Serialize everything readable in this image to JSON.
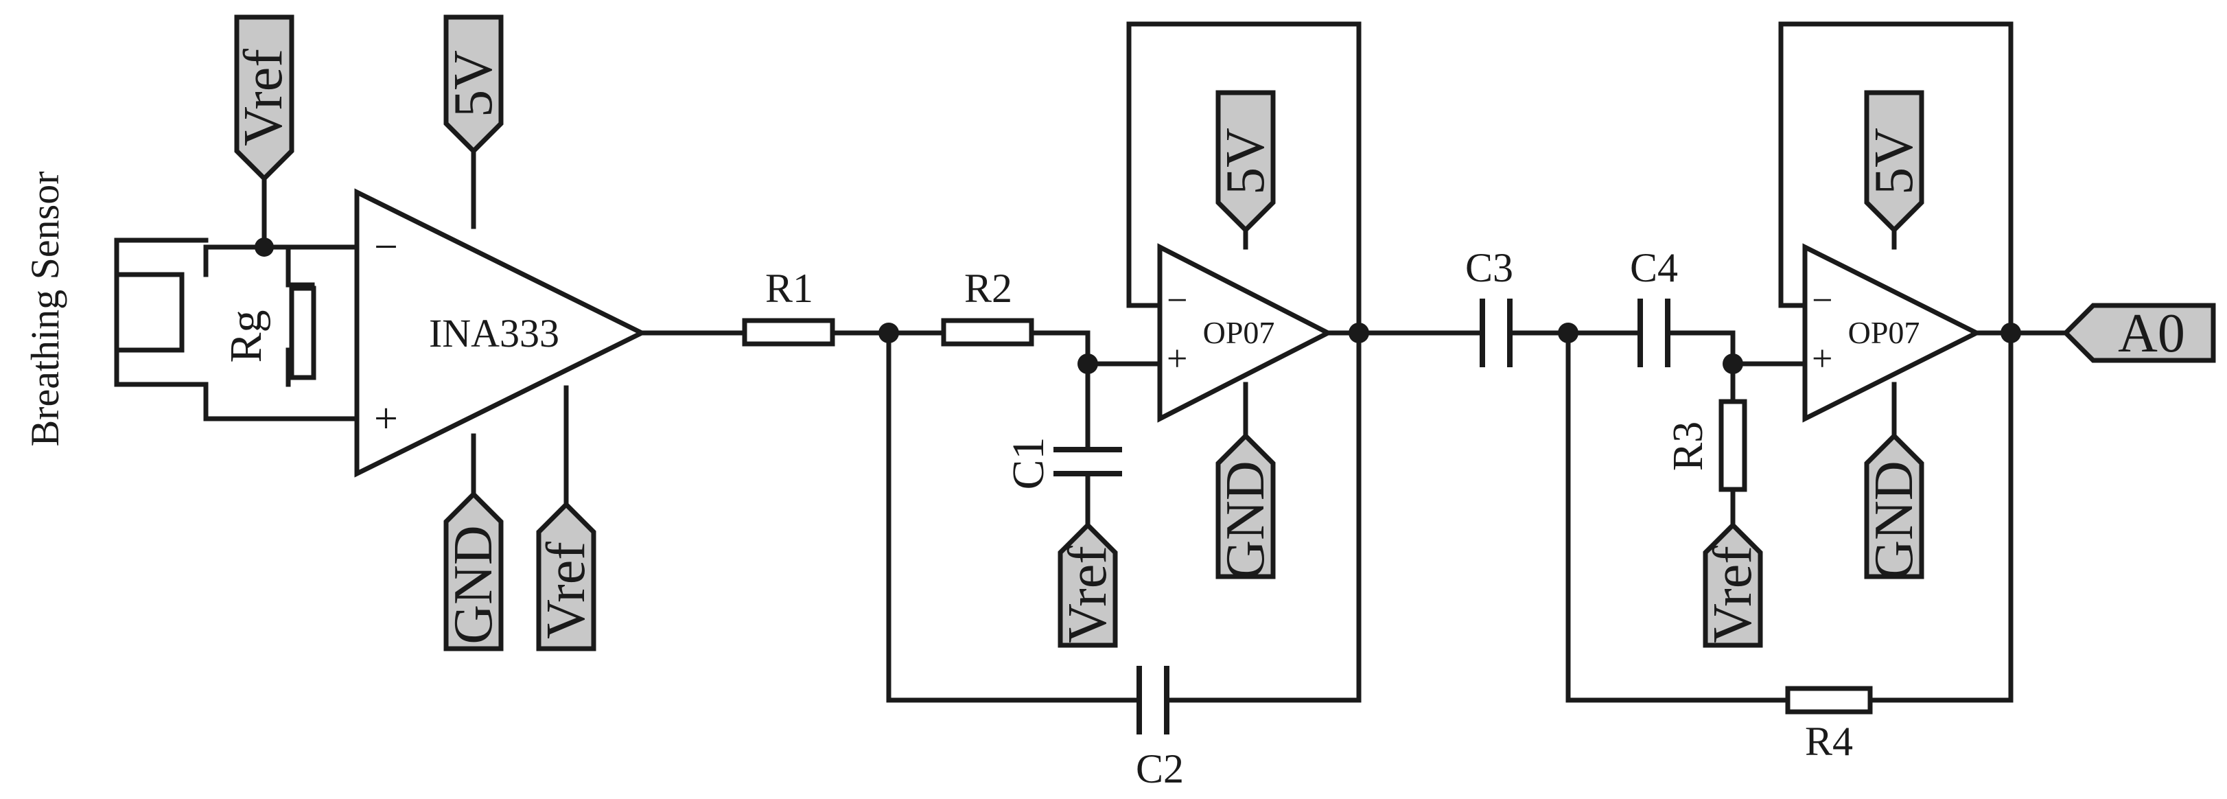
{
  "components": {
    "sensor": "Breathing Sensor",
    "rg": "Rg",
    "amp1": "INA333",
    "amp2": "OP07",
    "amp3": "OP07",
    "r1": "R1",
    "r2": "R2",
    "r3": "R3",
    "r4": "R4",
    "c1": "C1",
    "c2": "C2",
    "c3": "C3",
    "c4": "C4"
  },
  "pins": {
    "minus": "−",
    "plus": "+"
  },
  "nets": {
    "vref": "Vref",
    "v5": "5V",
    "gnd": "GND",
    "out": "A0"
  },
  "colors": {
    "wire": "#1a1a1a",
    "tag_fill": "#c8c8c8"
  }
}
